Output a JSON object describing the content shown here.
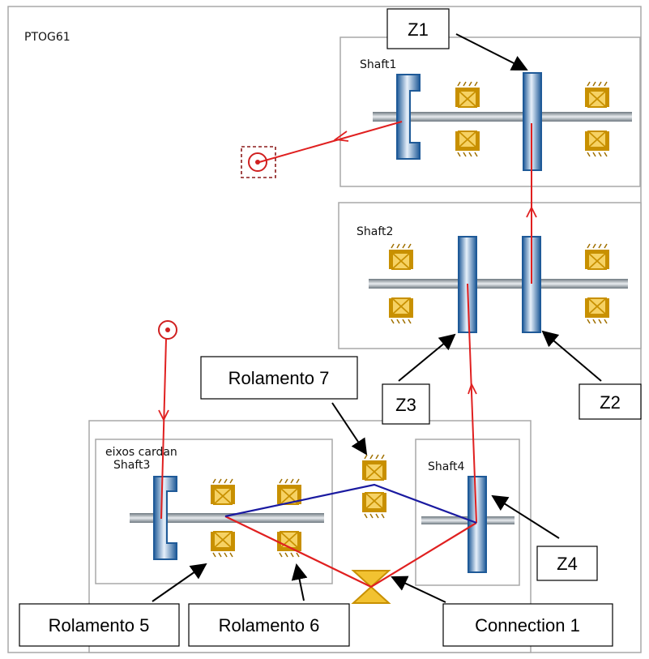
{
  "diagram": {
    "model_name": "PTOG61",
    "shafts": {
      "shaft1": "Shaft1",
      "shaft2": "Shaft2",
      "shaft3_group": "eixos cardan",
      "shaft3": "Shaft3",
      "shaft4": "Shaft4"
    },
    "callouts": {
      "z1": "Z1",
      "z2": "Z2",
      "z3": "Z3",
      "z4": "Z4",
      "rolamento5": "Rolamento 5",
      "rolamento6": "Rolamento 6",
      "rolamento7": "Rolamento 7",
      "connection1": "Connection 1"
    },
    "colors": {
      "power_flow": "#e02020",
      "link_line": "#1a1aa0",
      "gear_blue": "#2e6fb0",
      "bearing_yellow": "#f2c231",
      "bearing_outline": "#c89000",
      "shaft_gray": "#8a949c",
      "panel_border": "#a8a8a8",
      "callout_arrow": "#000000"
    }
  }
}
